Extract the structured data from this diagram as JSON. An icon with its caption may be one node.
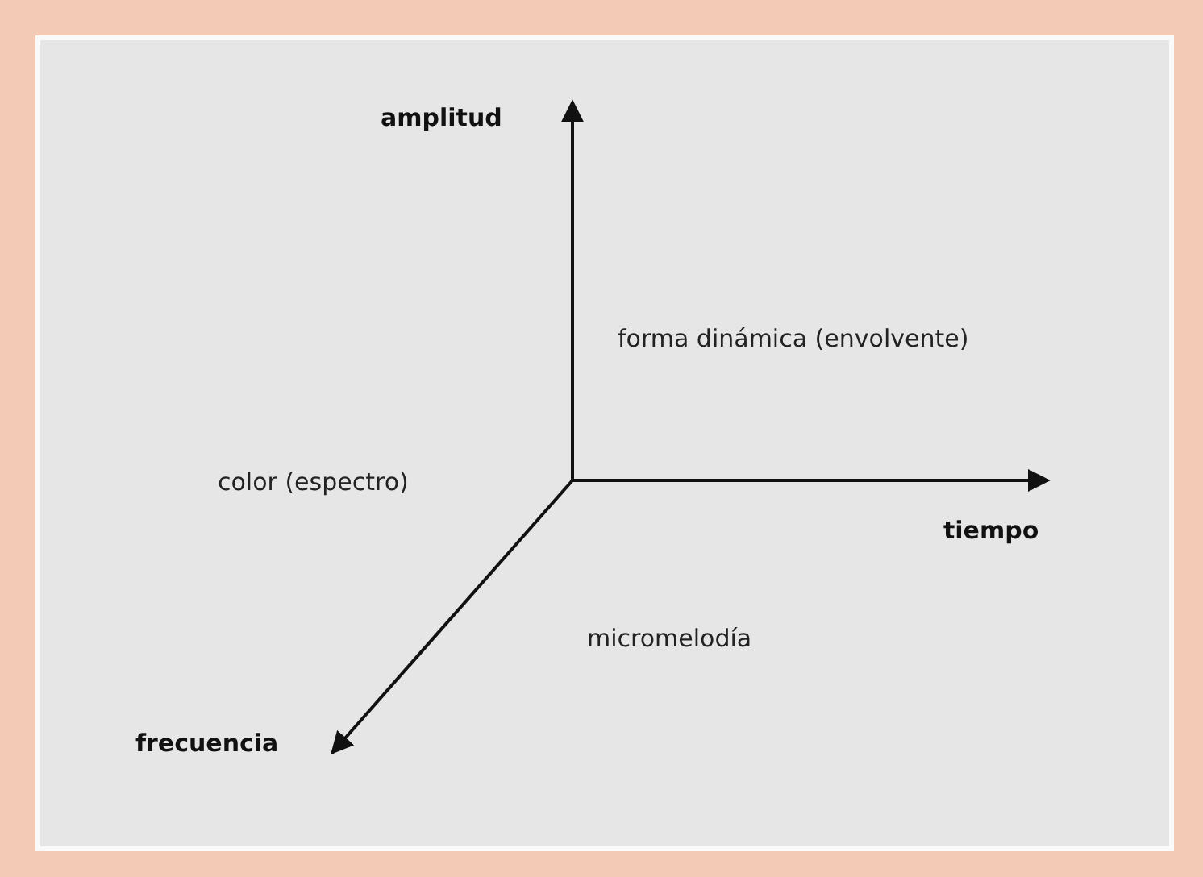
{
  "diagram": {
    "labels": [
      "amplitud",
      "forma dinámica (envolvente)",
      "color (espectro)",
      "tiempo",
      "micromelodía",
      "frecuencia"
    ]
  }
}
